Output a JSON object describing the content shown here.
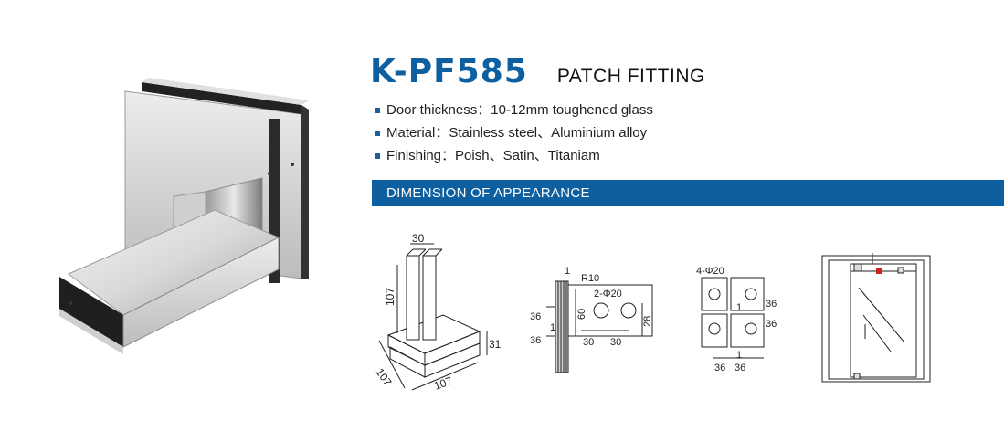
{
  "header": {
    "model": "K-PF585",
    "subtitle": "PATCH FITTING"
  },
  "specs": [
    {
      "label": "Door thickness",
      "value": "10-12mm toughened glass"
    },
    {
      "label": "Material",
      "value": "Stainless steel、Aluminium alloy"
    },
    {
      "label": "Finishing",
      "value": "Poish、Satin、Titaniam"
    }
  ],
  "section": {
    "title": "DIMENSION OF APPEARANCE"
  },
  "colors": {
    "brand_blue": "#0d5fa0",
    "band_text": "#ffffff",
    "marker_red": "#cc2222"
  },
  "drawings": {
    "iso": {
      "top": "30",
      "height": "107",
      "depth": "107",
      "width": "107",
      "thick": "31"
    },
    "side": {
      "gap": "1",
      "radius": "R10",
      "holes": "2-Φ20",
      "h60": "60",
      "h28": "28",
      "h36": "36",
      "g1": "1",
      "d30a": "30",
      "d30b": "30"
    },
    "plan": {
      "holes": "4-Φ20",
      "v36a": "36",
      "v36b": "36",
      "g1a": "1",
      "g1b": "1",
      "h36a": "36",
      "h36b": "36"
    }
  }
}
